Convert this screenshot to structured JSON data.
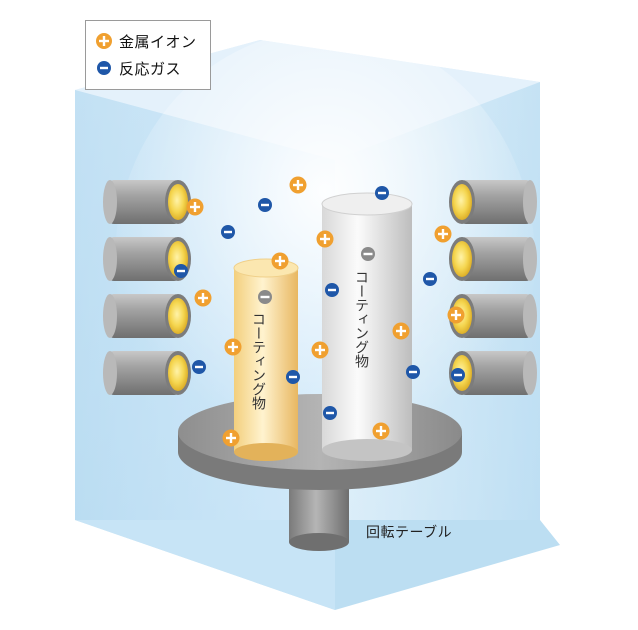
{
  "legend": {
    "metal_ion_label": "金属イオン",
    "reactive_gas_label": "反応ガス"
  },
  "objects": {
    "small_label": "コーティング物",
    "large_label": "コーティング物"
  },
  "table_label": "回転テーブル",
  "colors": {
    "chamber_blue": "#bfe0f3",
    "metal_ion_orange": "#f0a030",
    "gas_blue": "#1f57a8",
    "target_gold": "#f3d04a",
    "cylinder_gray": "#8f8f8f"
  },
  "icons": {
    "metal_ion": "plus-circle-icon",
    "reactive_gas": "minus-circle-icon"
  }
}
